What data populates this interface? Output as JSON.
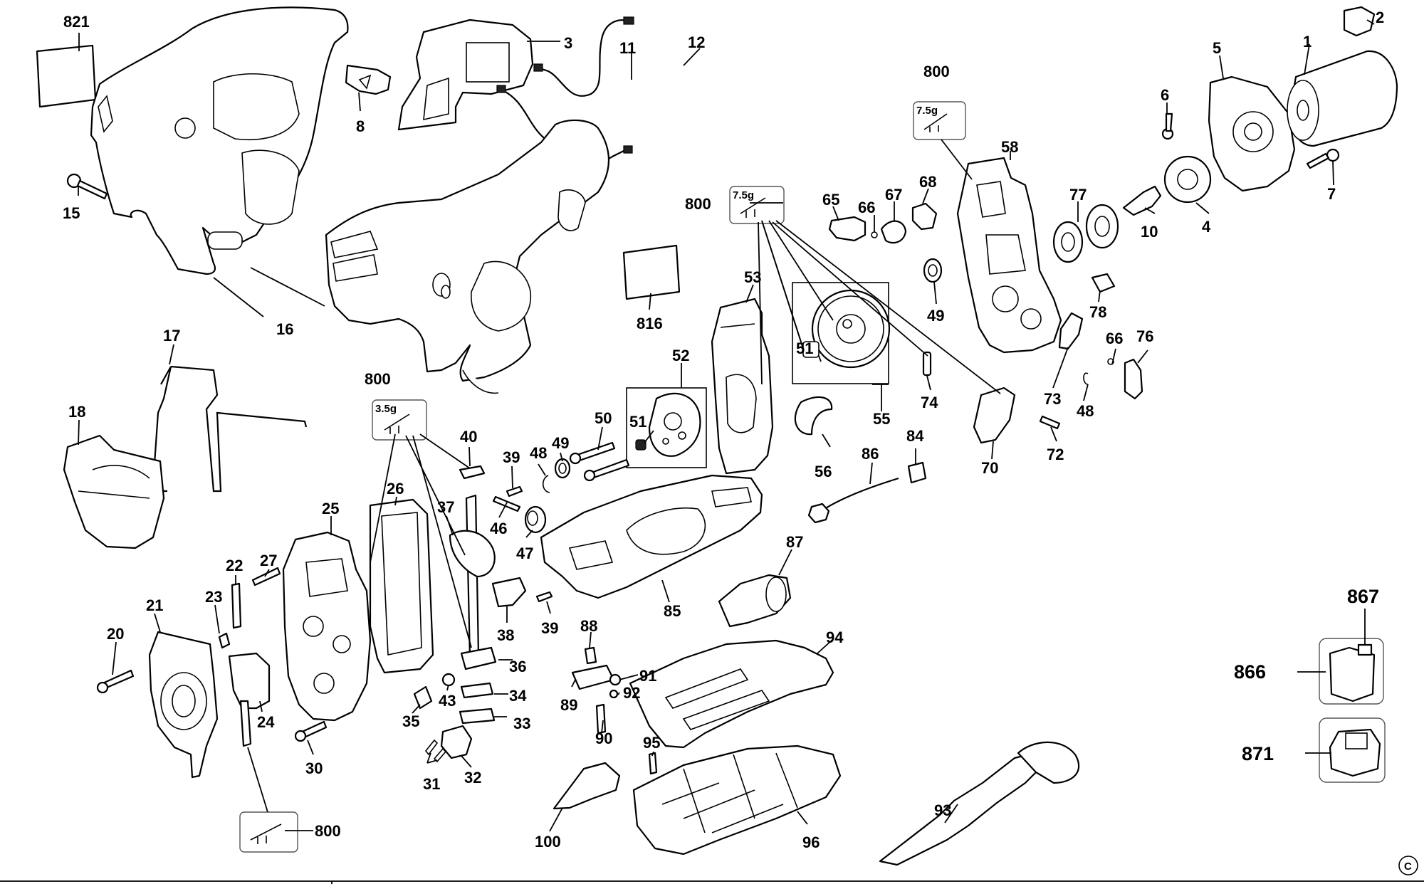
{
  "diagram": {
    "copyright_symbol": "C",
    "callouts": [
      {
        "id": "c821",
        "label": "821"
      },
      {
        "id": "c15",
        "label": "15"
      },
      {
        "id": "c16",
        "label": "16"
      },
      {
        "id": "c8",
        "label": "8"
      },
      {
        "id": "c3",
        "label": "3"
      },
      {
        "id": "c11",
        "label": "11"
      },
      {
        "id": "c12",
        "label": "12"
      },
      {
        "id": "c800a",
        "label": "800"
      },
      {
        "id": "c800b",
        "label": "800"
      },
      {
        "id": "c800c",
        "label": "800"
      },
      {
        "id": "c800d",
        "label": "800"
      },
      {
        "id": "c2",
        "label": "2"
      },
      {
        "id": "c1",
        "label": "1"
      },
      {
        "id": "c5",
        "label": "5"
      },
      {
        "id": "c6",
        "label": "6"
      },
      {
        "id": "c7",
        "label": "7"
      },
      {
        "id": "c4",
        "label": "4"
      },
      {
        "id": "c10",
        "label": "10"
      },
      {
        "id": "c77",
        "label": "77"
      },
      {
        "id": "c58",
        "label": "58"
      },
      {
        "id": "c65",
        "label": "65"
      },
      {
        "id": "c66a",
        "label": "66"
      },
      {
        "id": "c67",
        "label": "67"
      },
      {
        "id": "c68",
        "label": "68"
      },
      {
        "id": "c49a",
        "label": "49"
      },
      {
        "id": "c78",
        "label": "78"
      },
      {
        "id": "c66b",
        "label": "66"
      },
      {
        "id": "c76",
        "label": "76"
      },
      {
        "id": "c73",
        "label": "73"
      },
      {
        "id": "c48a",
        "label": "48"
      },
      {
        "id": "c72",
        "label": "72"
      },
      {
        "id": "c70",
        "label": "70"
      },
      {
        "id": "c74",
        "label": "74"
      },
      {
        "id": "c55",
        "label": "55"
      },
      {
        "id": "c51a",
        "label": "51"
      },
      {
        "id": "c56",
        "label": "56"
      },
      {
        "id": "c84",
        "label": "84"
      },
      {
        "id": "c86",
        "label": "86"
      },
      {
        "id": "c53",
        "label": "53"
      },
      {
        "id": "c816",
        "label": "816"
      },
      {
        "id": "c52",
        "label": "52"
      },
      {
        "id": "c51b",
        "label": "51"
      },
      {
        "id": "c50",
        "label": "50"
      },
      {
        "id": "c49b",
        "label": "49"
      },
      {
        "id": "c48b",
        "label": "48"
      },
      {
        "id": "c39a",
        "label": "39"
      },
      {
        "id": "c46",
        "label": "46"
      },
      {
        "id": "c47",
        "label": "47"
      },
      {
        "id": "c40",
        "label": "40"
      },
      {
        "id": "c37",
        "label": "37"
      },
      {
        "id": "c26",
        "label": "26"
      },
      {
        "id": "c25",
        "label": "25"
      },
      {
        "id": "c17",
        "label": "17"
      },
      {
        "id": "c18",
        "label": "18"
      },
      {
        "id": "c22",
        "label": "22"
      },
      {
        "id": "c27",
        "label": "27"
      },
      {
        "id": "c23",
        "label": "23"
      },
      {
        "id": "c21",
        "label": "21"
      },
      {
        "id": "c20",
        "label": "20"
      },
      {
        "id": "c24",
        "label": "24"
      },
      {
        "id": "c30",
        "label": "30"
      },
      {
        "id": "c38",
        "label": "38"
      },
      {
        "id": "c39b",
        "label": "39"
      },
      {
        "id": "c36",
        "label": "36"
      },
      {
        "id": "c43",
        "label": "43"
      },
      {
        "id": "c34",
        "label": "34"
      },
      {
        "id": "c35",
        "label": "35"
      },
      {
        "id": "c33",
        "label": "33"
      },
      {
        "id": "c31",
        "label": "31"
      },
      {
        "id": "c32",
        "label": "32"
      },
      {
        "id": "c85",
        "label": "85"
      },
      {
        "id": "c87",
        "label": "87"
      },
      {
        "id": "c88",
        "label": "88"
      },
      {
        "id": "c89",
        "label": "89"
      },
      {
        "id": "c91",
        "label": "91"
      },
      {
        "id": "c92",
        "label": "92"
      },
      {
        "id": "c90",
        "label": "90"
      },
      {
        "id": "c95",
        "label": "95"
      },
      {
        "id": "c94",
        "label": "94"
      },
      {
        "id": "c96",
        "label": "96"
      },
      {
        "id": "c100",
        "label": "100"
      },
      {
        "id": "c93",
        "label": "93"
      },
      {
        "id": "c867",
        "label": "867"
      },
      {
        "id": "c866",
        "label": "866"
      },
      {
        "id": "c871",
        "label": "871"
      }
    ],
    "grease_labels": [
      {
        "id": "g75a",
        "label": "7.5g"
      },
      {
        "id": "g75b",
        "label": "7.5g"
      },
      {
        "id": "g35",
        "label": "3.5g"
      }
    ]
  }
}
